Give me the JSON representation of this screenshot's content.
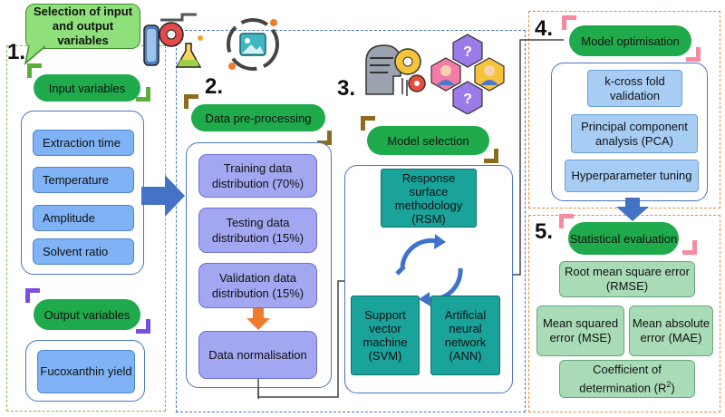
{
  "callout": "Selection of input and output variables",
  "sections": {
    "s1": {
      "number": "1.",
      "input_title": "Input variables",
      "inputs": [
        "Extraction time",
        "Temperature",
        "Amplitude",
        "Solvent ratio"
      ],
      "output_title": "Output variables",
      "outputs": [
        "Fucoxanthin yield"
      ]
    },
    "s2": {
      "number": "2.",
      "title": "Data pre-processing",
      "items": [
        "Training data distribution (70%)",
        "Testing data distribution (15%)",
        "Validation data distribution (15%)",
        "Data normalisation"
      ]
    },
    "s3": {
      "number": "3.",
      "title": "Model selection",
      "models": [
        "Response surface methodology (RSM)",
        "Support vector machine (SVM)",
        "Artificial neural network (ANN)"
      ]
    },
    "s4": {
      "number": "4.",
      "title": "Model optimisation",
      "items": [
        "k-cross fold validation",
        "Principal component analysis (PCA)",
        "Hyperparameter tuning"
      ]
    },
    "s5": {
      "number": "5.",
      "title": "Statistical evaluation",
      "rmse": "Root mean square error (RMSE)",
      "mse": "Mean squared error (MSE)",
      "mae": "Mean absolute error (MAE)",
      "r2_prefix": "Coefficient of determination (R",
      "r2_sup": "2",
      "r2_suffix": ")"
    }
  },
  "colors": {
    "green_pill": "#1faa4b",
    "blue_box": "#7fb3f5",
    "purple_box": "#a3a6f0",
    "teal_box": "#19a39a",
    "sky_box": "#a7cdf5",
    "mint_box": "#a9dbb7",
    "arrow_blue": "#4472c4",
    "arrow_orange": "#f07b2c"
  },
  "icons": [
    "lab-equipment-icon",
    "image-processing-icon",
    "ai-head-gears-icon",
    "people-question-icon"
  ]
}
